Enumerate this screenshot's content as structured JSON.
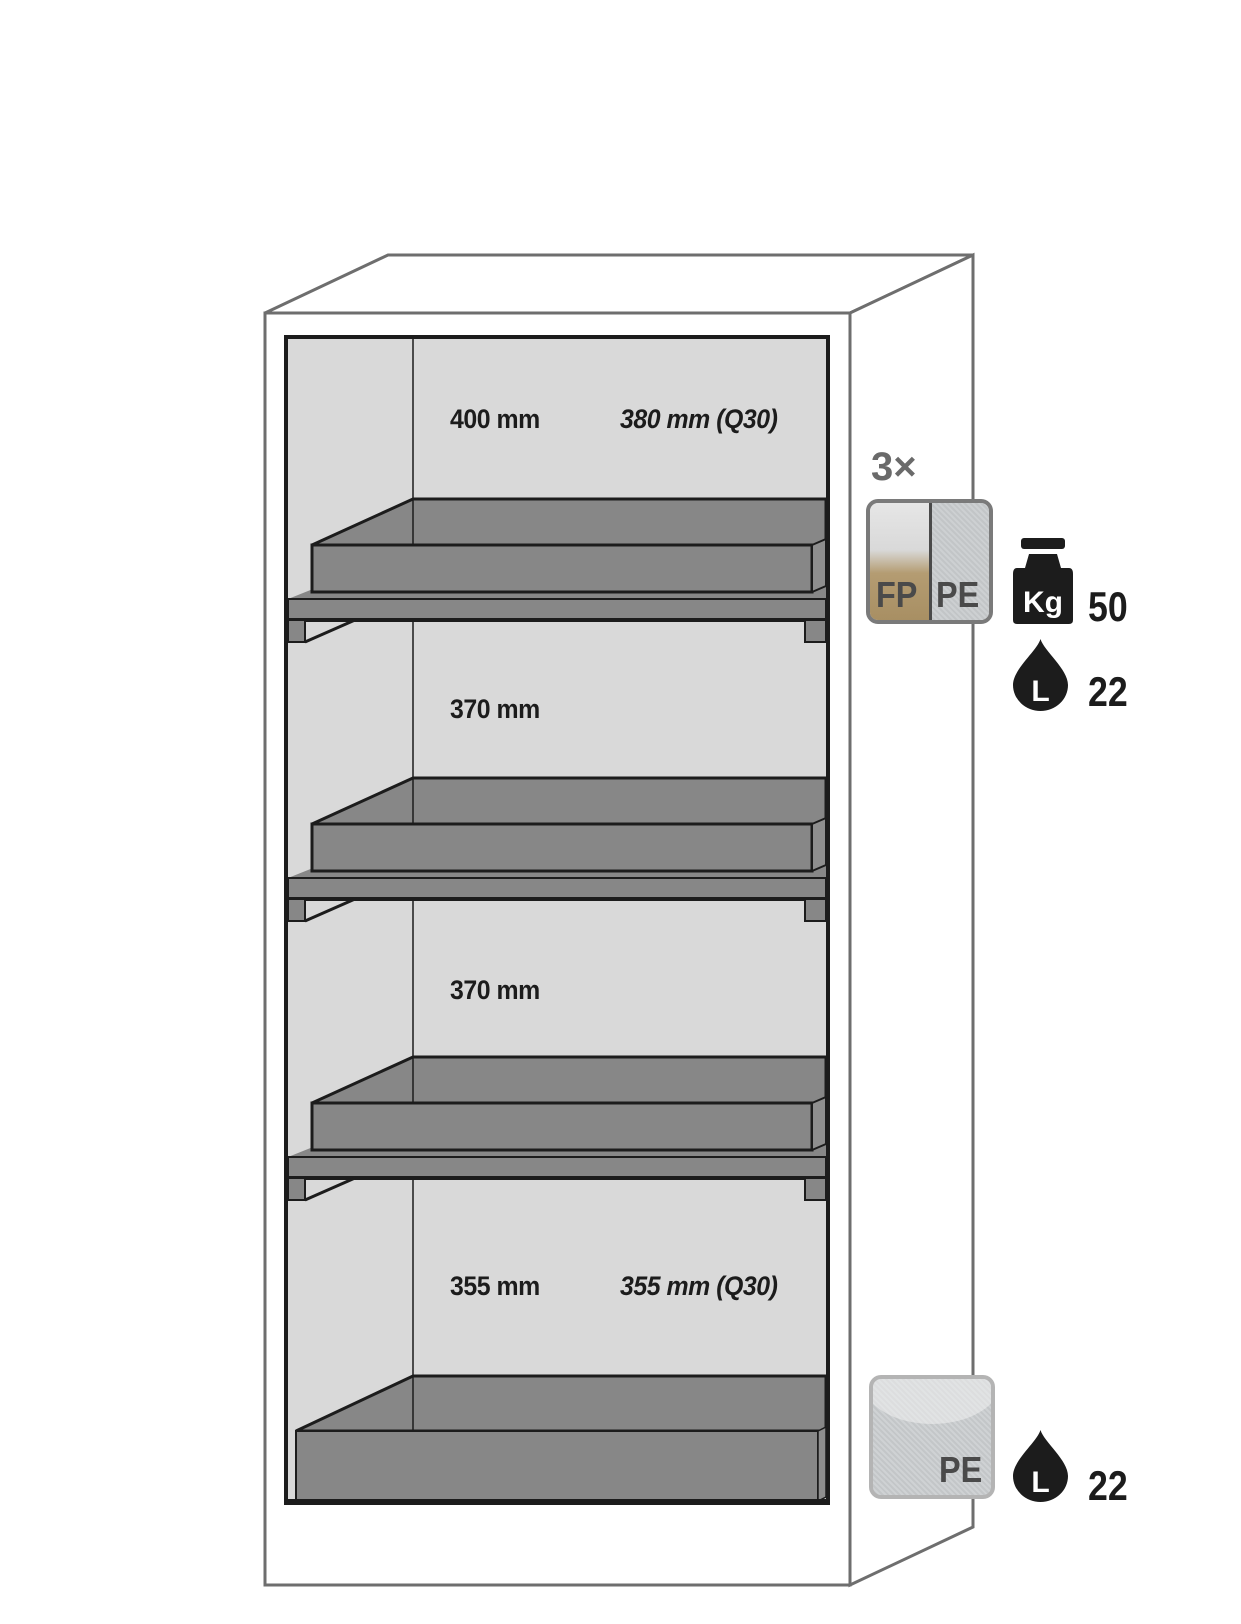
{
  "diagram": {
    "type": "safety-cabinet-interior-layout",
    "compartments": [
      {
        "index": 1,
        "height_label": "400 mm",
        "alt_height_label": "380 mm (Q30)"
      },
      {
        "index": 2,
        "height_label": "370 mm",
        "alt_height_label": ""
      },
      {
        "index": 3,
        "height_label": "370 mm",
        "alt_height_label": ""
      },
      {
        "index": 4,
        "height_label": "355 mm",
        "alt_height_label": "355 mm (Q30)"
      }
    ],
    "shelf_spec": {
      "quantity_label": "3×",
      "material_badge": {
        "left": "FP",
        "right": "PE"
      },
      "load_icon": "weight-kg-icon",
      "load_icon_text": "Kg",
      "load_value": "50",
      "volume_icon": "liquid-drop-icon",
      "volume_icon_text": "L",
      "volume_value": "22"
    },
    "bottom_sump_spec": {
      "material_badge": {
        "label": "PE"
      },
      "volume_icon": "liquid-drop-icon",
      "volume_icon_text": "L",
      "volume_value": "22"
    }
  },
  "colors": {
    "outline": "#1c1c1c",
    "cabinet_edge": "#6e6e6e",
    "interior": "#d9d9d9",
    "tray": "#878787",
    "fp_badge": "#a88f63",
    "pe_badge": "#c8cbcd",
    "quantity_text": "#6a6a6a"
  }
}
